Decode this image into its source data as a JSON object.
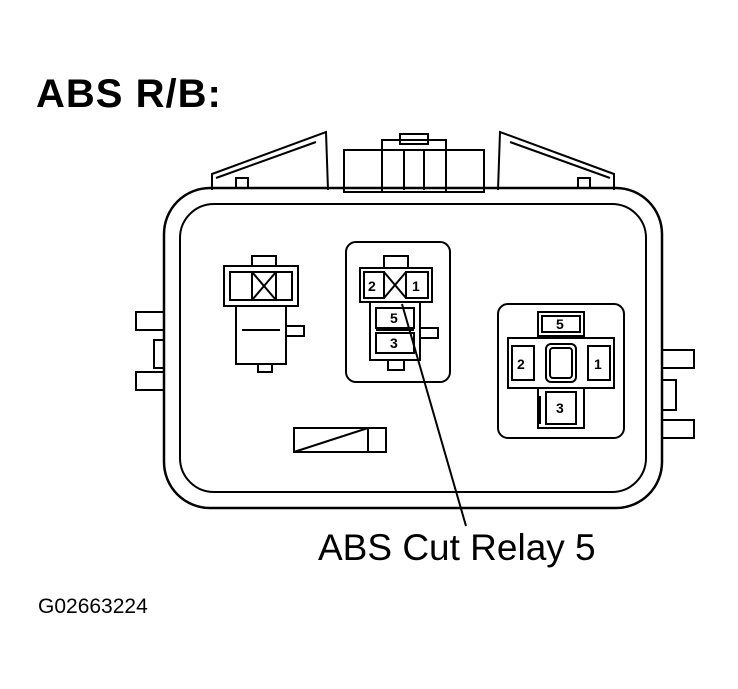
{
  "title": "ABS R/B:",
  "callout": "ABS Cut Relay 5",
  "figure_id": "G02663224",
  "relay_left_pins": [
    "2",
    "1",
    "5",
    "3"
  ],
  "relay_right_pins": [
    "5",
    "2",
    "1",
    "3"
  ]
}
